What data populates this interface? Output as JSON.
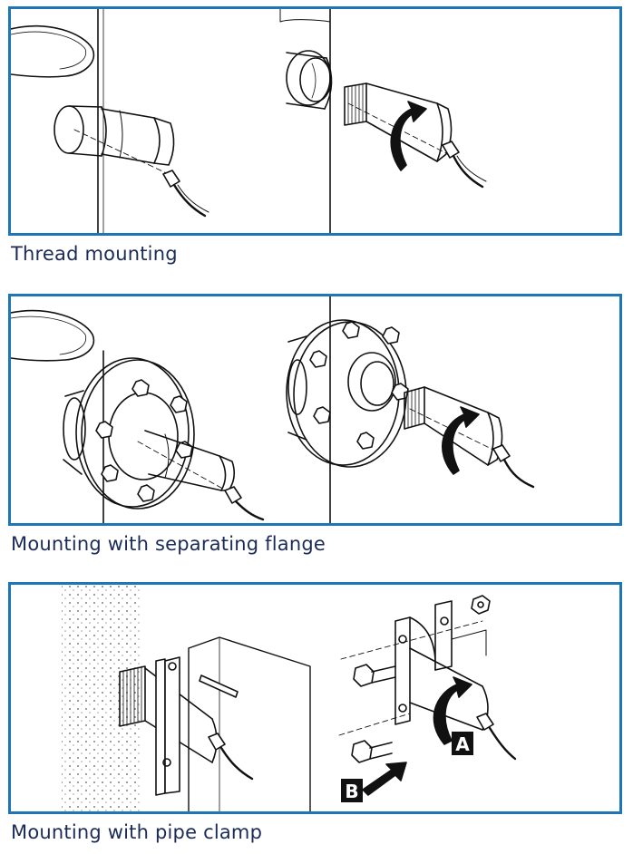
{
  "colors": {
    "frame": "#1e76b6",
    "caption": "#1b2b57",
    "line": "#111111"
  },
  "panels": [
    {
      "caption": "Thread mounting"
    },
    {
      "caption": "Mounting with separating flange"
    },
    {
      "caption": "Mounting with pipe clamp",
      "markers": {
        "a": "A",
        "b": "B"
      }
    }
  ]
}
